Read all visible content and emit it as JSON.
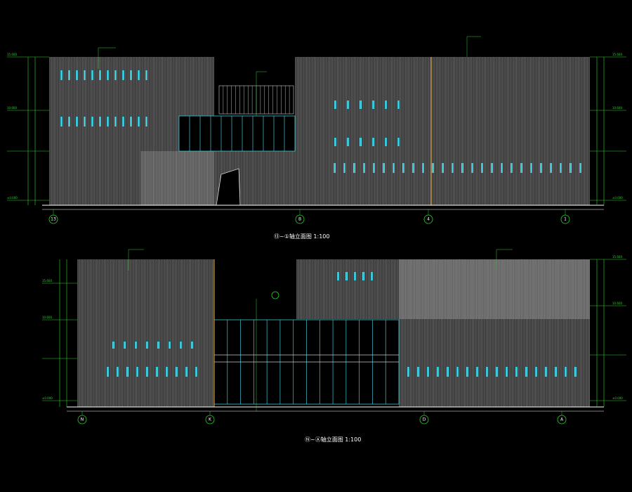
{
  "drawing": {
    "background_color": "#000000",
    "facade_color": "#8a8a8a",
    "window_color": "#3ec6d8",
    "dimension_color": "#2bd42b",
    "accent_line_color": "#e0a030"
  },
  "elevation_top": {
    "title": "⑬~①轴立面图 1:100",
    "axes": [
      "13",
      "B",
      "4",
      "1"
    ],
    "level_marks_left": [
      "15.600",
      "10.600",
      "±0.000"
    ],
    "level_marks_right": [
      "15.600",
      "10.600",
      "±0.000"
    ]
  },
  "elevation_bottom": {
    "title": "Ⓝ~Ⓐ轴立面图 1:100",
    "axes": [
      "N",
      "K",
      "D",
      "A"
    ],
    "level_marks_left": [
      "15.600",
      "10.600",
      "±0.000"
    ],
    "level_marks_right": [
      "15.600",
      "10.600",
      "±0.000"
    ]
  }
}
